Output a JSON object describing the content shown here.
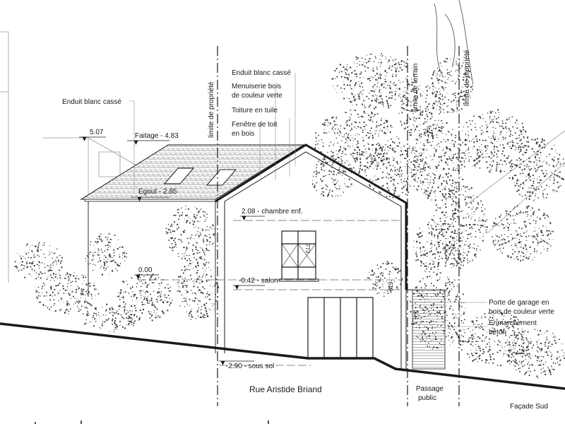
{
  "labels": {
    "enduit_left": "Enduit blanc cassé",
    "enduit_top": "Enduit blanc cassé",
    "menuiserie_1": "Menuiserie bois",
    "menuiserie_2": "de couleur verte",
    "toiture": "Toiture en tuile",
    "fenetre_1": "Fenêtre de toit",
    "fenetre_2": "en bois",
    "porte_1": "Porte de garage en",
    "porte_2": "bois de couleur verte",
    "enmarch_1": "Enmarchement",
    "enmarch_2": "béton",
    "limite_prop_left": "limite de propriété",
    "limite_terrain": "limite de terrain",
    "limite_prop_right": "limite de propriété",
    "street": "Rue Aristide Briand",
    "passage_1": "Passage",
    "passage_2": "public",
    "facade": "Façade Sud",
    "window_dim": "773",
    "door_dim": "619"
  },
  "levels": {
    "neighbor": "5.07",
    "faitage": "Faitage - 4.83",
    "egout": "Egout - 2.85",
    "chambre": "2.08 - chambre enf.",
    "ground": "0.00",
    "salon": "-0.42 - salon",
    "sous_sol": "-2.90 - sous sol"
  },
  "colors": {
    "line": "#1a1a1a",
    "light_line": "#9a9a9a",
    "hatch": "#555555",
    "foliage": "#3a3a3a"
  }
}
